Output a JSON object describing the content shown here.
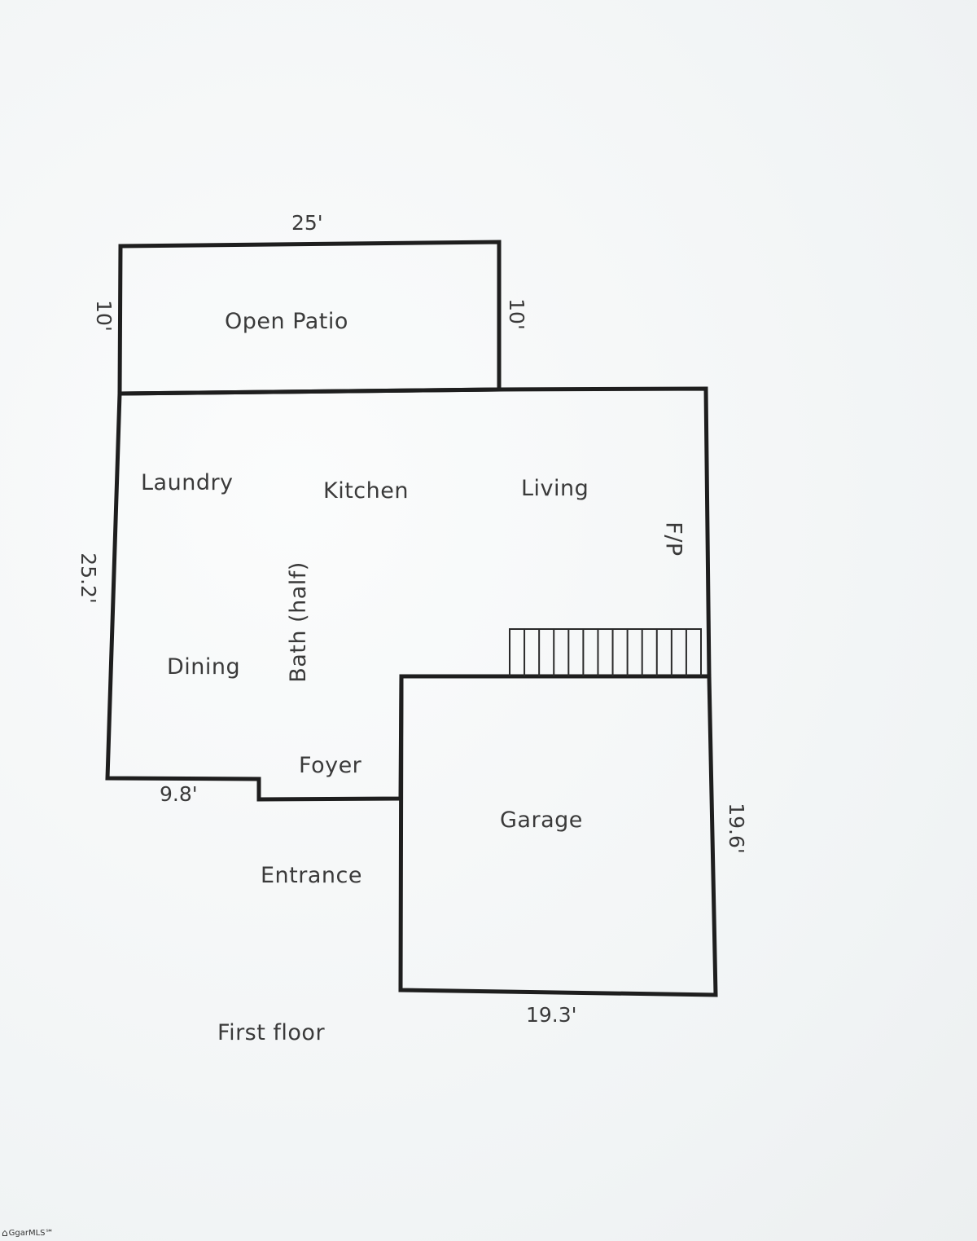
{
  "title": "First floor",
  "rooms": {
    "patio": "Open Patio",
    "laundry": "Laundry",
    "kitchen": "Kitchen",
    "living": "Living",
    "fireplace": "F/P",
    "bath": "Bath (half)",
    "dining": "Dining",
    "foyer": "Foyer",
    "garage": "Garage",
    "entrance": "Entrance"
  },
  "dimensions": {
    "patio_width": "25'",
    "patio_depth_left": "10'",
    "patio_depth_right": "10'",
    "house_depth": "25.2'",
    "front_width": "9.8'",
    "garage_depth": "19.6'",
    "garage_width": "19.3'"
  },
  "watermark": "GgarMLS℠",
  "stairs": {
    "steps": 13
  }
}
